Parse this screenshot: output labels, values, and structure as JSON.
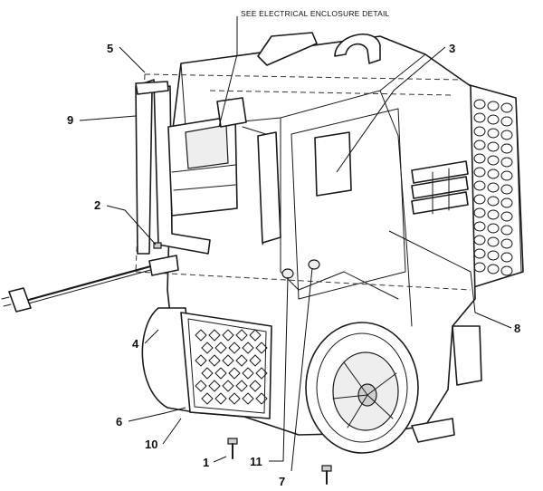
{
  "diagram": {
    "note": "SEE ELECTRICAL ENCLOSURE DETAIL",
    "callouts": {
      "c1": "1",
      "c2": "2",
      "c3": "3",
      "c4": "4",
      "c5": "5",
      "c6": "6",
      "c7": "7",
      "c8": "8",
      "c9": "9",
      "c10": "10",
      "c11": "11"
    }
  }
}
